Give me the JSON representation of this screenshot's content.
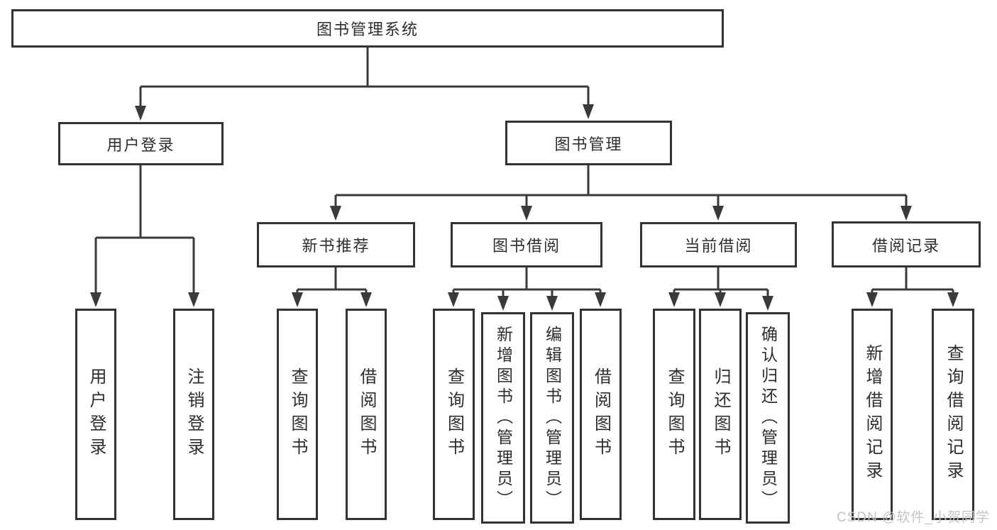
{
  "diagram": {
    "root": "图书管理系统",
    "level2": {
      "user_login": "用户登录",
      "book_mgmt": "图书管理"
    },
    "level3": {
      "new_books": "新书推荐",
      "book_borrow": "图书借阅",
      "current_borrow": "当前借阅",
      "borrow_records": "借阅记录"
    },
    "leaves": {
      "user_login": [
        "用户登录",
        "注销登录"
      ],
      "new_books": [
        "查询图书",
        "借阅图书"
      ],
      "book_borrow": [
        "查询图书",
        "新增图书（管理员）",
        "编辑图书（管理员）",
        "借阅图书"
      ],
      "current_borrow": [
        "查询图书",
        "归还图书",
        "确认归还（管理员）"
      ],
      "borrow_records": [
        "新增借阅记录",
        "查询借阅记录"
      ]
    },
    "watermark": "CSDN @软件_小贺同学",
    "colors": {
      "line": "#3a3a3a",
      "border": "#333333",
      "text": "#2d2d2d",
      "watermark_text": "#c4c4c4",
      "background": "#ffffff"
    }
  }
}
